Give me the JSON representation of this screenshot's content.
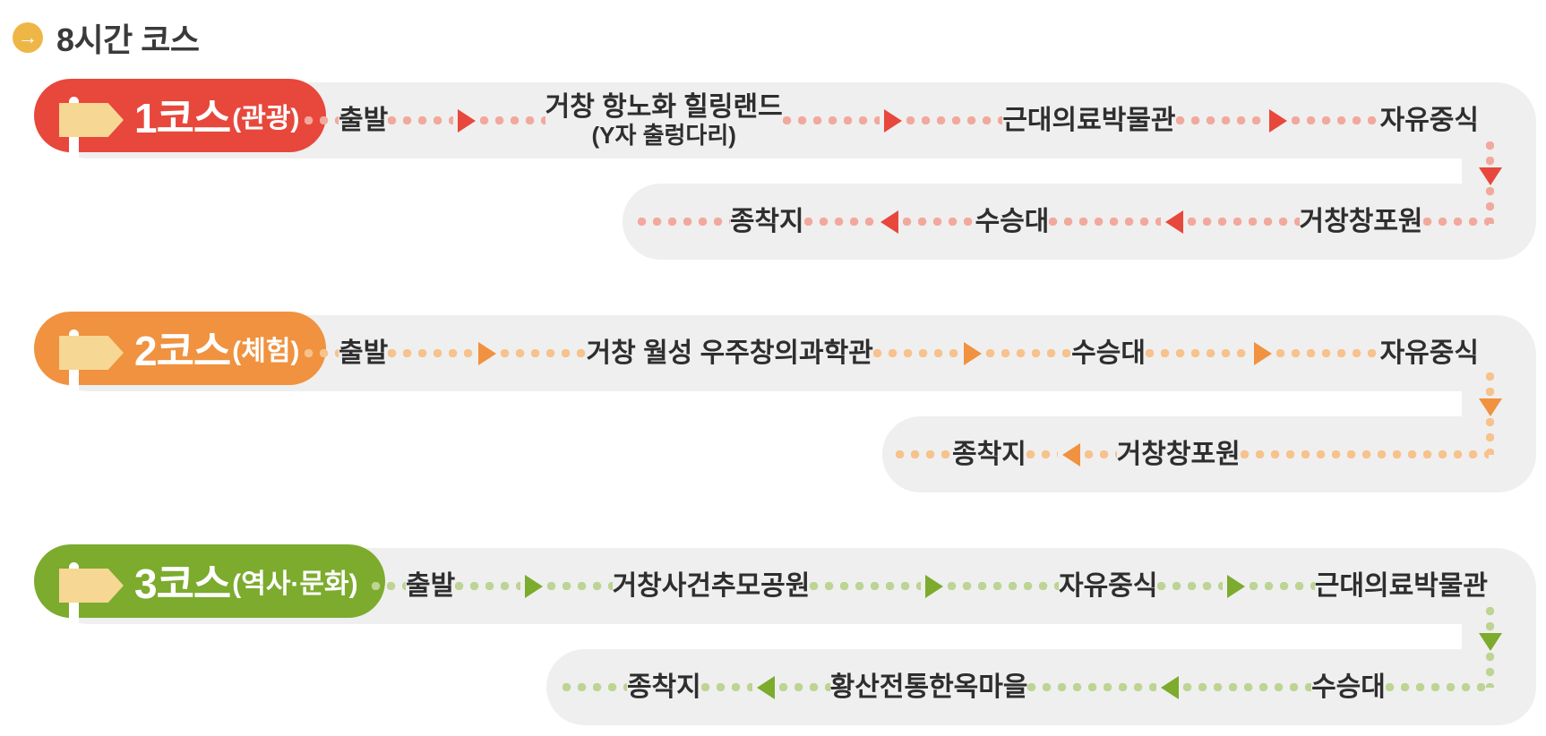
{
  "header": {
    "title": "8시간 코스"
  },
  "colors": {
    "band_bg": "#efefef",
    "header_icon": "#eeb646",
    "text": "#2e2e2e",
    "flag": "#f6d794",
    "post": "#ffffff"
  },
  "icons": {
    "header_bullet": "arrow-right-circle",
    "badge": "signpost"
  },
  "courses": [
    {
      "name": "1코스",
      "category": "(관광)",
      "start_label": "출발",
      "end_label": "종착지",
      "theme": {
        "main": "#e8473c",
        "dots": "#f2a99d"
      },
      "outbound_stops": [
        {
          "label": "거창 항노화 힐링랜드",
          "sublabel": "(Y자 출렁다리)"
        },
        {
          "label": "근대의료박물관"
        },
        {
          "label": "자유중식"
        }
      ],
      "return_stops": [
        {
          "label": "수승대"
        },
        {
          "label": "거창창포원"
        }
      ]
    },
    {
      "name": "2코스",
      "category": "(체험)",
      "start_label": "출발",
      "end_label": "종착지",
      "theme": {
        "main": "#f0923f",
        "dots": "#f7c28c"
      },
      "outbound_stops": [
        {
          "label": "거창 월성 우주창의과학관"
        },
        {
          "label": "수승대"
        },
        {
          "label": "자유중식"
        }
      ],
      "return_stops": [
        {
          "label": "거창창포원"
        }
      ]
    },
    {
      "name": "3코스",
      "category": "(역사·문화)",
      "start_label": "출발",
      "end_label": "종착지",
      "theme": {
        "main": "#7cab2e",
        "dots": "#bdd494"
      },
      "outbound_stops": [
        {
          "label": "거창사건추모공원"
        },
        {
          "label": "자유중식"
        },
        {
          "label": "근대의료박물관"
        }
      ],
      "return_stops": [
        {
          "label": "황산전통한옥마을"
        },
        {
          "label": "수승대"
        }
      ]
    }
  ]
}
